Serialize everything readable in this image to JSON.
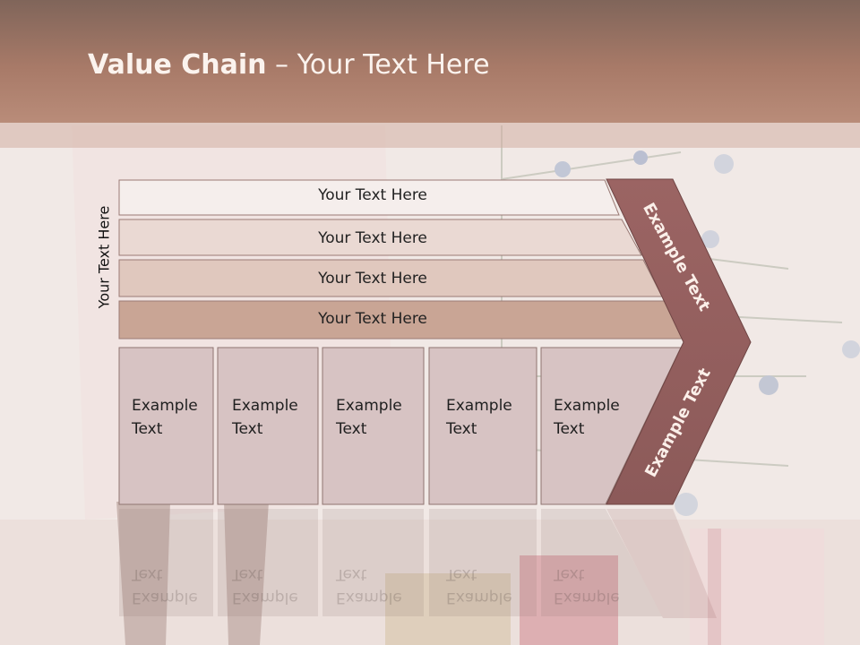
{
  "title": {
    "bold": "Value Chain",
    "rest": " – Your Text Here"
  },
  "vertical_label": "Your Text Here",
  "rows": [
    {
      "label": "Your Text Here",
      "color": "#f5eeec"
    },
    {
      "label": "Your Text Here",
      "color": "#ead9d3"
    },
    {
      "label": "Your Text Here",
      "color": "#e0c8be"
    },
    {
      "label": "Your Text Here",
      "color": "#c9a595"
    }
  ],
  "boxes": [
    {
      "label": "Example Text"
    },
    {
      "label": "Example Text"
    },
    {
      "label": "Example Text"
    },
    {
      "label": "Example Text"
    },
    {
      "label": "Example Text"
    }
  ],
  "chevron": {
    "top_label": "Example Text",
    "bottom_label": "Example Text",
    "color": "#935f5c"
  },
  "colors": {
    "header": "#a87a68",
    "box_fill": "#d7c3c3",
    "box_stroke": "#8f7470"
  }
}
